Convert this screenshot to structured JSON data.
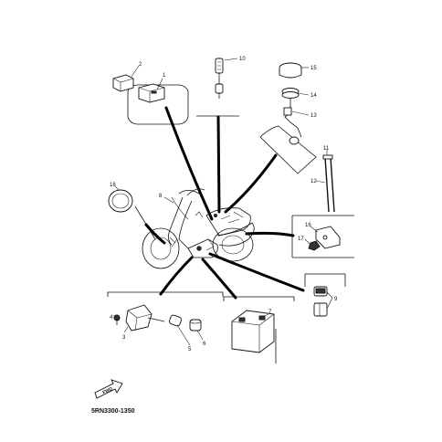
{
  "diagram": {
    "code": "5RN3300-1350",
    "fwd_label": "FWD",
    "callouts": [
      "1",
      "2",
      "3",
      "4",
      "5",
      "6",
      "7",
      "8",
      "9",
      "10",
      "11",
      "12",
      "13",
      "14",
      "15",
      "16",
      "17",
      "18"
    ]
  }
}
